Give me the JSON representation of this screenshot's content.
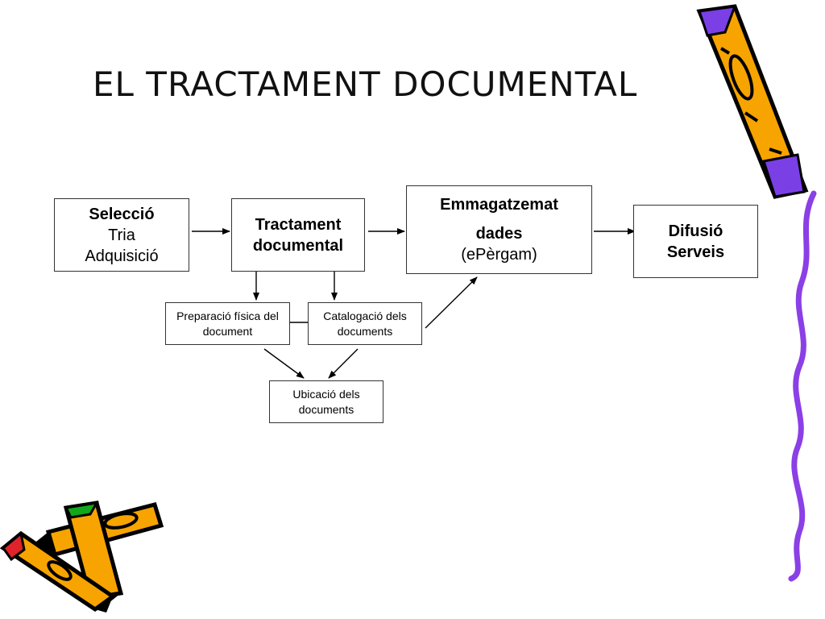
{
  "title": "EL TRACTAMENT DOCUMENTAL",
  "nodes": {
    "seleccio": {
      "label": "Selecció",
      "lines": [
        "Tria",
        "Adquisició"
      ]
    },
    "tractament": {
      "label": "Tractament documental"
    },
    "emmagatzemat": {
      "label1": "Emmagatzemat",
      "label2": "dades",
      "sub": "(ePèrgam)"
    },
    "difusio": {
      "label1": "Difusió",
      "label2": "Serveis"
    },
    "preparacio": {
      "label": "Preparació física del document"
    },
    "catalogacio": {
      "label": "Catalogació dels documents"
    },
    "ubicacio": {
      "label": "Ubicació dels documents"
    }
  },
  "decor": {
    "pencil_colors": {
      "body": "#f7a400",
      "outline": "#000000",
      "accent_purple": "#7b3fe6",
      "accent_green": "#12a81c",
      "accent_red": "#e0232b"
    },
    "squiggle_color": "#8b3fe6"
  }
}
